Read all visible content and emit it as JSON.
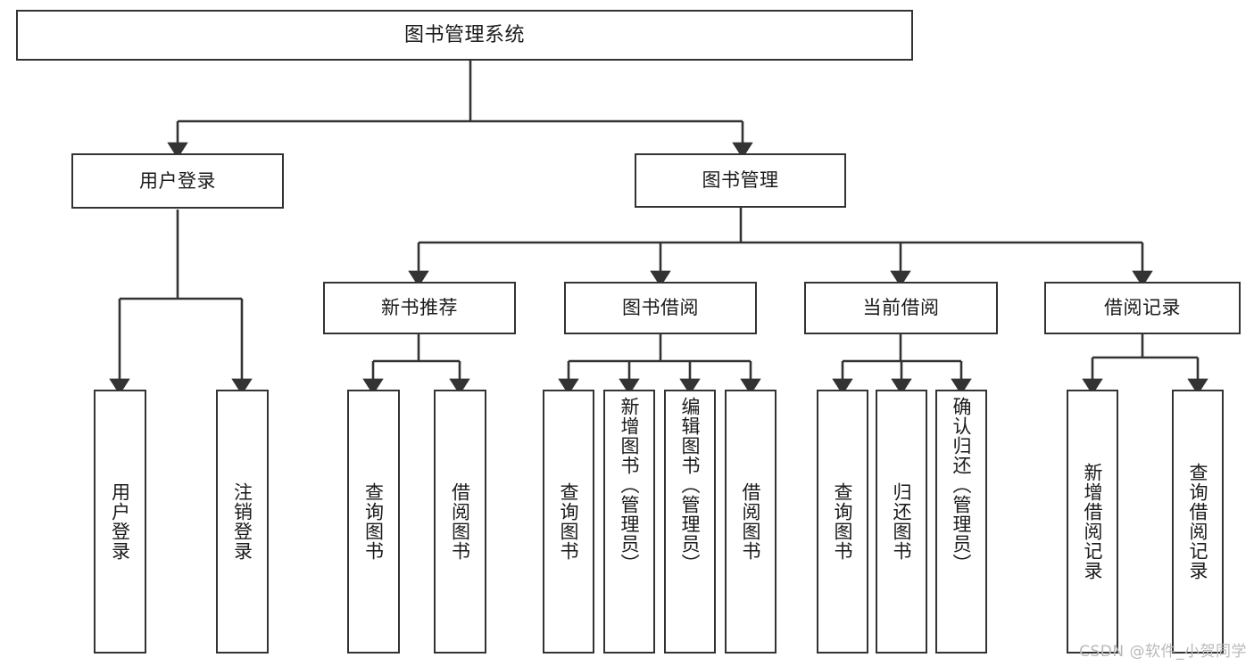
{
  "diagram": {
    "title": "图书管理系统",
    "watermark": "CSDN @软件_小贺同学",
    "stroke_color": "#333333",
    "fill_color": "#ffffff",
    "background_color": "#ffffff",
    "type": "tree",
    "levels": 3
  },
  "nodes": {
    "root": {
      "label": "图书管理系统"
    },
    "level1": [
      {
        "id": "user-login",
        "label": "用户登录"
      },
      {
        "id": "book-manage",
        "label": "图书管理"
      }
    ],
    "level2": [
      {
        "id": "new-book-recommend",
        "label": "新书推荐",
        "parent": "book-manage"
      },
      {
        "id": "book-borrow",
        "label": "图书借阅",
        "parent": "book-manage"
      },
      {
        "id": "current-borrow",
        "label": "当前借阅",
        "parent": "book-manage"
      },
      {
        "id": "borrow-record",
        "label": "借阅记录",
        "parent": "book-manage"
      }
    ],
    "leaves": [
      {
        "id": "leaf-user-login",
        "label": "用户登录",
        "parent": "user-login"
      },
      {
        "id": "leaf-logout",
        "label": "注销登录",
        "parent": "user-login"
      },
      {
        "id": "leaf-query-book-1",
        "label": "查询图书",
        "parent": "new-book-recommend"
      },
      {
        "id": "leaf-borrow-book-1",
        "label": "借阅图书",
        "parent": "new-book-recommend"
      },
      {
        "id": "leaf-query-book-2",
        "label": "查询图书",
        "parent": "book-borrow"
      },
      {
        "id": "leaf-add-book",
        "label": "新增图书（管理员）",
        "parent": "book-borrow"
      },
      {
        "id": "leaf-edit-book",
        "label": "编辑图书（管理员）",
        "parent": "book-borrow"
      },
      {
        "id": "leaf-borrow-book-2",
        "label": "借阅图书",
        "parent": "book-borrow"
      },
      {
        "id": "leaf-query-book-3",
        "label": "查询图书",
        "parent": "current-borrow"
      },
      {
        "id": "leaf-return-book",
        "label": "归还图书",
        "parent": "current-borrow"
      },
      {
        "id": "leaf-confirm-return",
        "label": "确认归还（管理员）",
        "parent": "current-borrow"
      },
      {
        "id": "leaf-add-record",
        "label": "新增借阅记录",
        "parent": "borrow-record"
      },
      {
        "id": "leaf-query-record",
        "label": "查询借阅记录",
        "parent": "borrow-record"
      }
    ]
  }
}
